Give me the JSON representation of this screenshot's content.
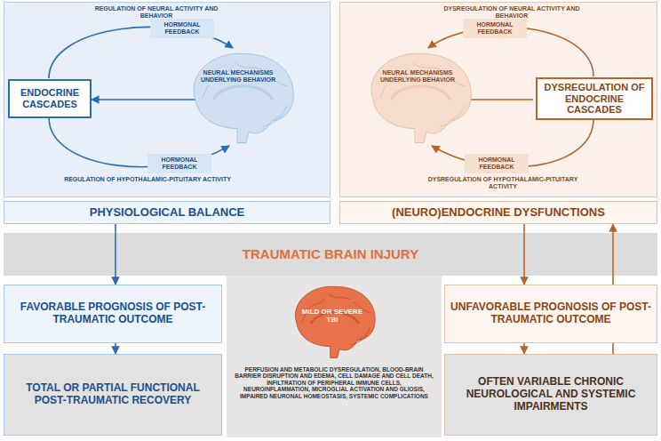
{
  "diagram": {
    "nodes": [
      {
        "text": [
          "REGULATION OF NEURAL ACTIVITY AND BEHAVIOR",
          "REGULATION OF HYPOTHALAMIC-PITUITARY ACTIVITY"
        ]
      },
      {
        "text": [
          "ENDOCRINE CASCADES"
        ],
        "in": 0
      },
      {
        "text": [
          "HORMONAL FEEDBACK"
        ],
        "in": 0
      },
      {
        "text": [
          "HORMONAL FEEDBACK"
        ],
        "in": 0
      },
      {
        "text": [
          "DYSREGULATION OF NEURAL ACTIVITY AND BEHAVIOR",
          "DYSREGULATION OF HYPOTHALAMIC-PITUITARY ACTIVITY"
        ]
      },
      {
        "text": [
          "HORMONAL FEEDBACK"
        ],
        "in": 4
      },
      {
        "text": [
          "DYSREGULATION OF ENDOCRINE CASCADES"
        ],
        "in": 4
      },
      {
        "text": [
          "HORMONAL FEEDBACK"
        ],
        "in": 4
      },
      {
        "text": [
          "PHYSIOLOGICAL BALANCE"
        ]
      },
      {
        "text": [
          "(NEURO)ENDOCRINE DYSFUNCTIONS"
        ]
      },
      {
        "text": [
          "TRAUMATIC BRAIN INJURY"
        ]
      },
      {
        "text": [
          "FAVORABLE PROGNOSIS OF POST-TRAUMATIC OUTCOME"
        ]
      },
      {
        "text": [
          "MILD OR SEVERE TBI",
          "PERFUSION AND METABOLIC DYSREGULATION, BLOOD-BRAIN BARRIER DISRUPTION AND EDEMA, CELL DAMAGE AND CELL DEATH, INFILTRATION OF PERIPHERAL IMMUNE CELLS, NEUROINFLAMMATION, MICROGLIAL ACTIVATION AND GLIOSIS, IMPAIRED NEURONAL HOMEOSTASIS, SYSTEMIC COMPLICATIONS"
        ]
      },
      {
        "text": [
          "UNFAVORABLE PROGNOSIS OF POST-TRAUMATIC OUTCOME"
        ]
      },
      {
        "text": [
          "TOTAL OR PARTIAL FUNCTIONAL POST-TRAUMATIC RECOVERY"
        ]
      },
      {
        "text": [
          "OFTEN VARIABLE CHRONIC NEUROLOGICAL AND SYSTEMIC IMPAIRMENTS"
        ]
      }
    ],
    "edges": [
      {
        "from": 8,
        "to": 11,
        "arrow": "to"
      },
      {
        "from": 11,
        "to": 14,
        "arrow": "to"
      },
      {
        "from": 9,
        "to": 13,
        "arrow": "to"
      },
      {
        "from": 13,
        "to": 9,
        "arrow": "to"
      },
      {
        "from": 13,
        "to": 15,
        "arrow": "to"
      },
      {
        "from": 15,
        "to": 13,
        "arrow": "none"
      }
    ],
    "labels": [
      "NEURAL MECHANISMS UNDERLYING BEHAVIOR",
      "NEURAL MECHANISMS UNDERLYING BEHAVIOR"
    ]
  }
}
